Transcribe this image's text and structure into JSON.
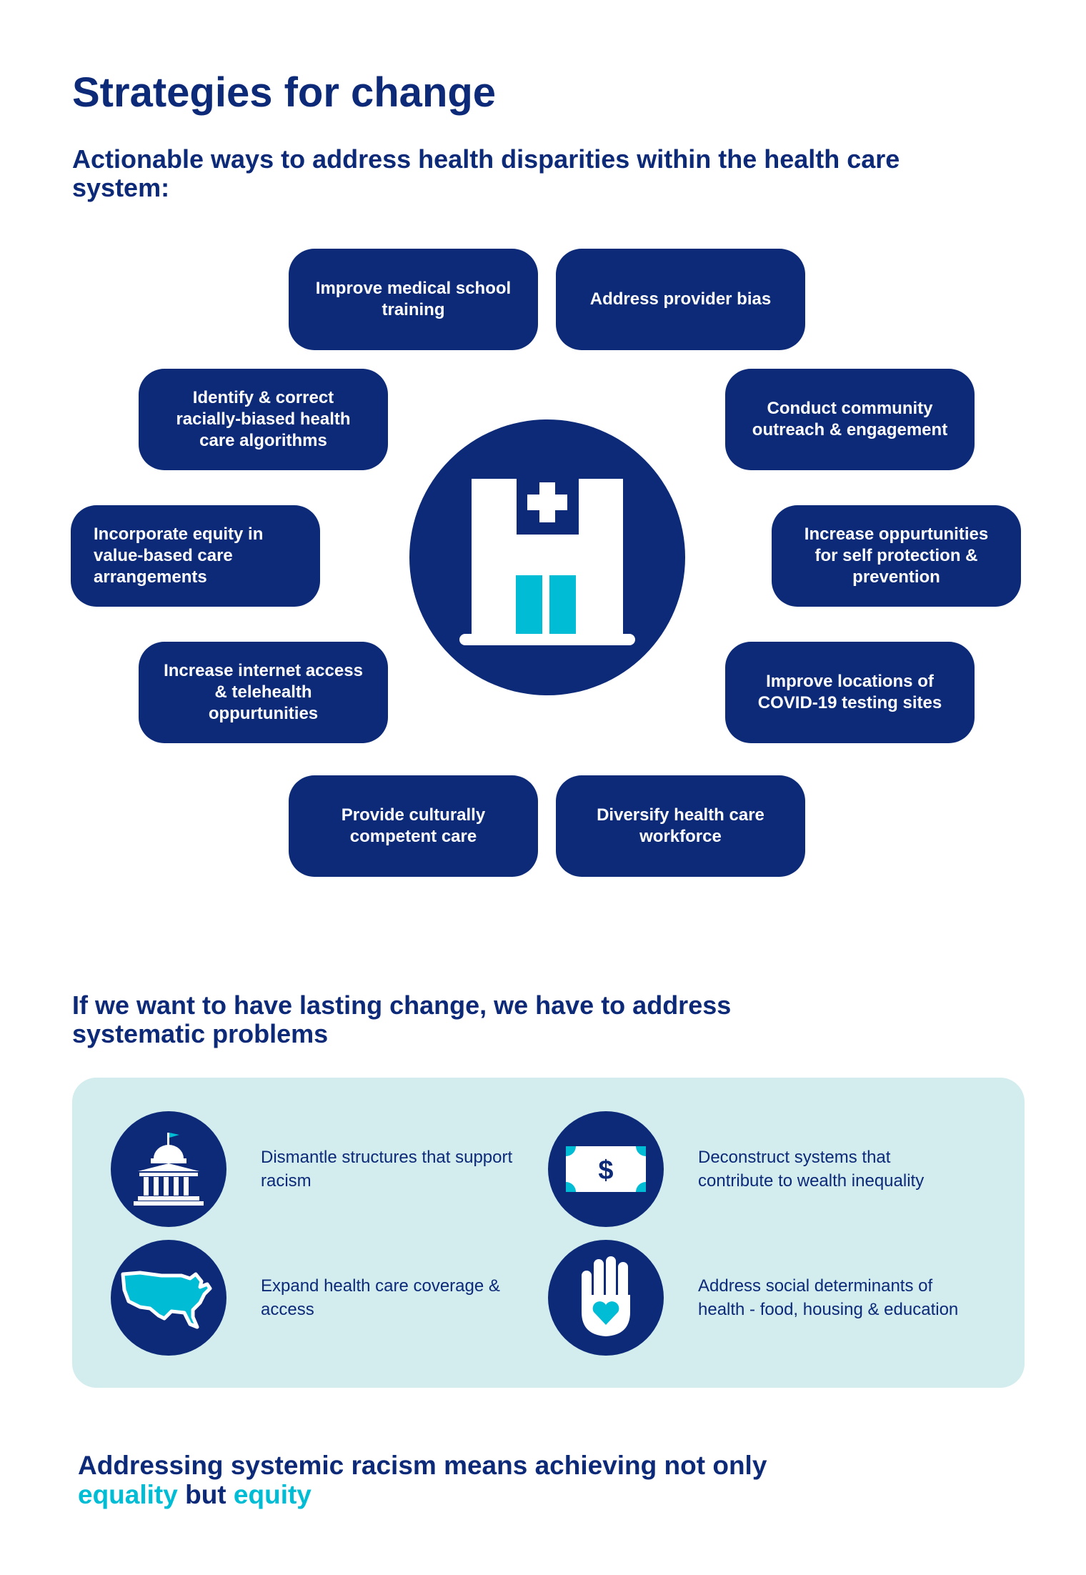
{
  "title": "Strategies for change",
  "subtitle": "Actionable ways to address health disparities within the health care system:",
  "strategies": [
    "Improve medical school training",
    "Address provider bias",
    "Identify & correct racially-biased health care algorithms",
    "Conduct community outreach & engagement",
    "Incorporate equity in value-based care arrangements",
    "Increase oppurtunities for self protection & prevention",
    "Increase internet access & telehealth oppurtunities",
    "Improve locations of COVID-19 testing sites",
    "Provide culturally competent care",
    "Diversify health care workforce"
  ],
  "center_icon": "hospital-icon",
  "section2": {
    "heading": "If we want to have lasting change, we have to address systematic problems",
    "items": [
      {
        "icon": "government-building-icon",
        "text": "Dismantle structures that support racism"
      },
      {
        "icon": "dollar-bill-icon",
        "text": "Deconstruct systems that contribute to wealth inequality"
      },
      {
        "icon": "usa-map-icon",
        "text": "Expand health care coverage & access"
      },
      {
        "icon": "hand-heart-icon",
        "text": "Address social determinants of health - food, housing & education"
      }
    ]
  },
  "footer": {
    "line1": "Addressing systemic racism means achieving not only",
    "word_equality": "equality",
    "word_but": " but ",
    "word_equity": "equity"
  },
  "colors": {
    "navy": "#0c2a78",
    "teal": "#00bcd4",
    "panel": "#d3ecee"
  }
}
